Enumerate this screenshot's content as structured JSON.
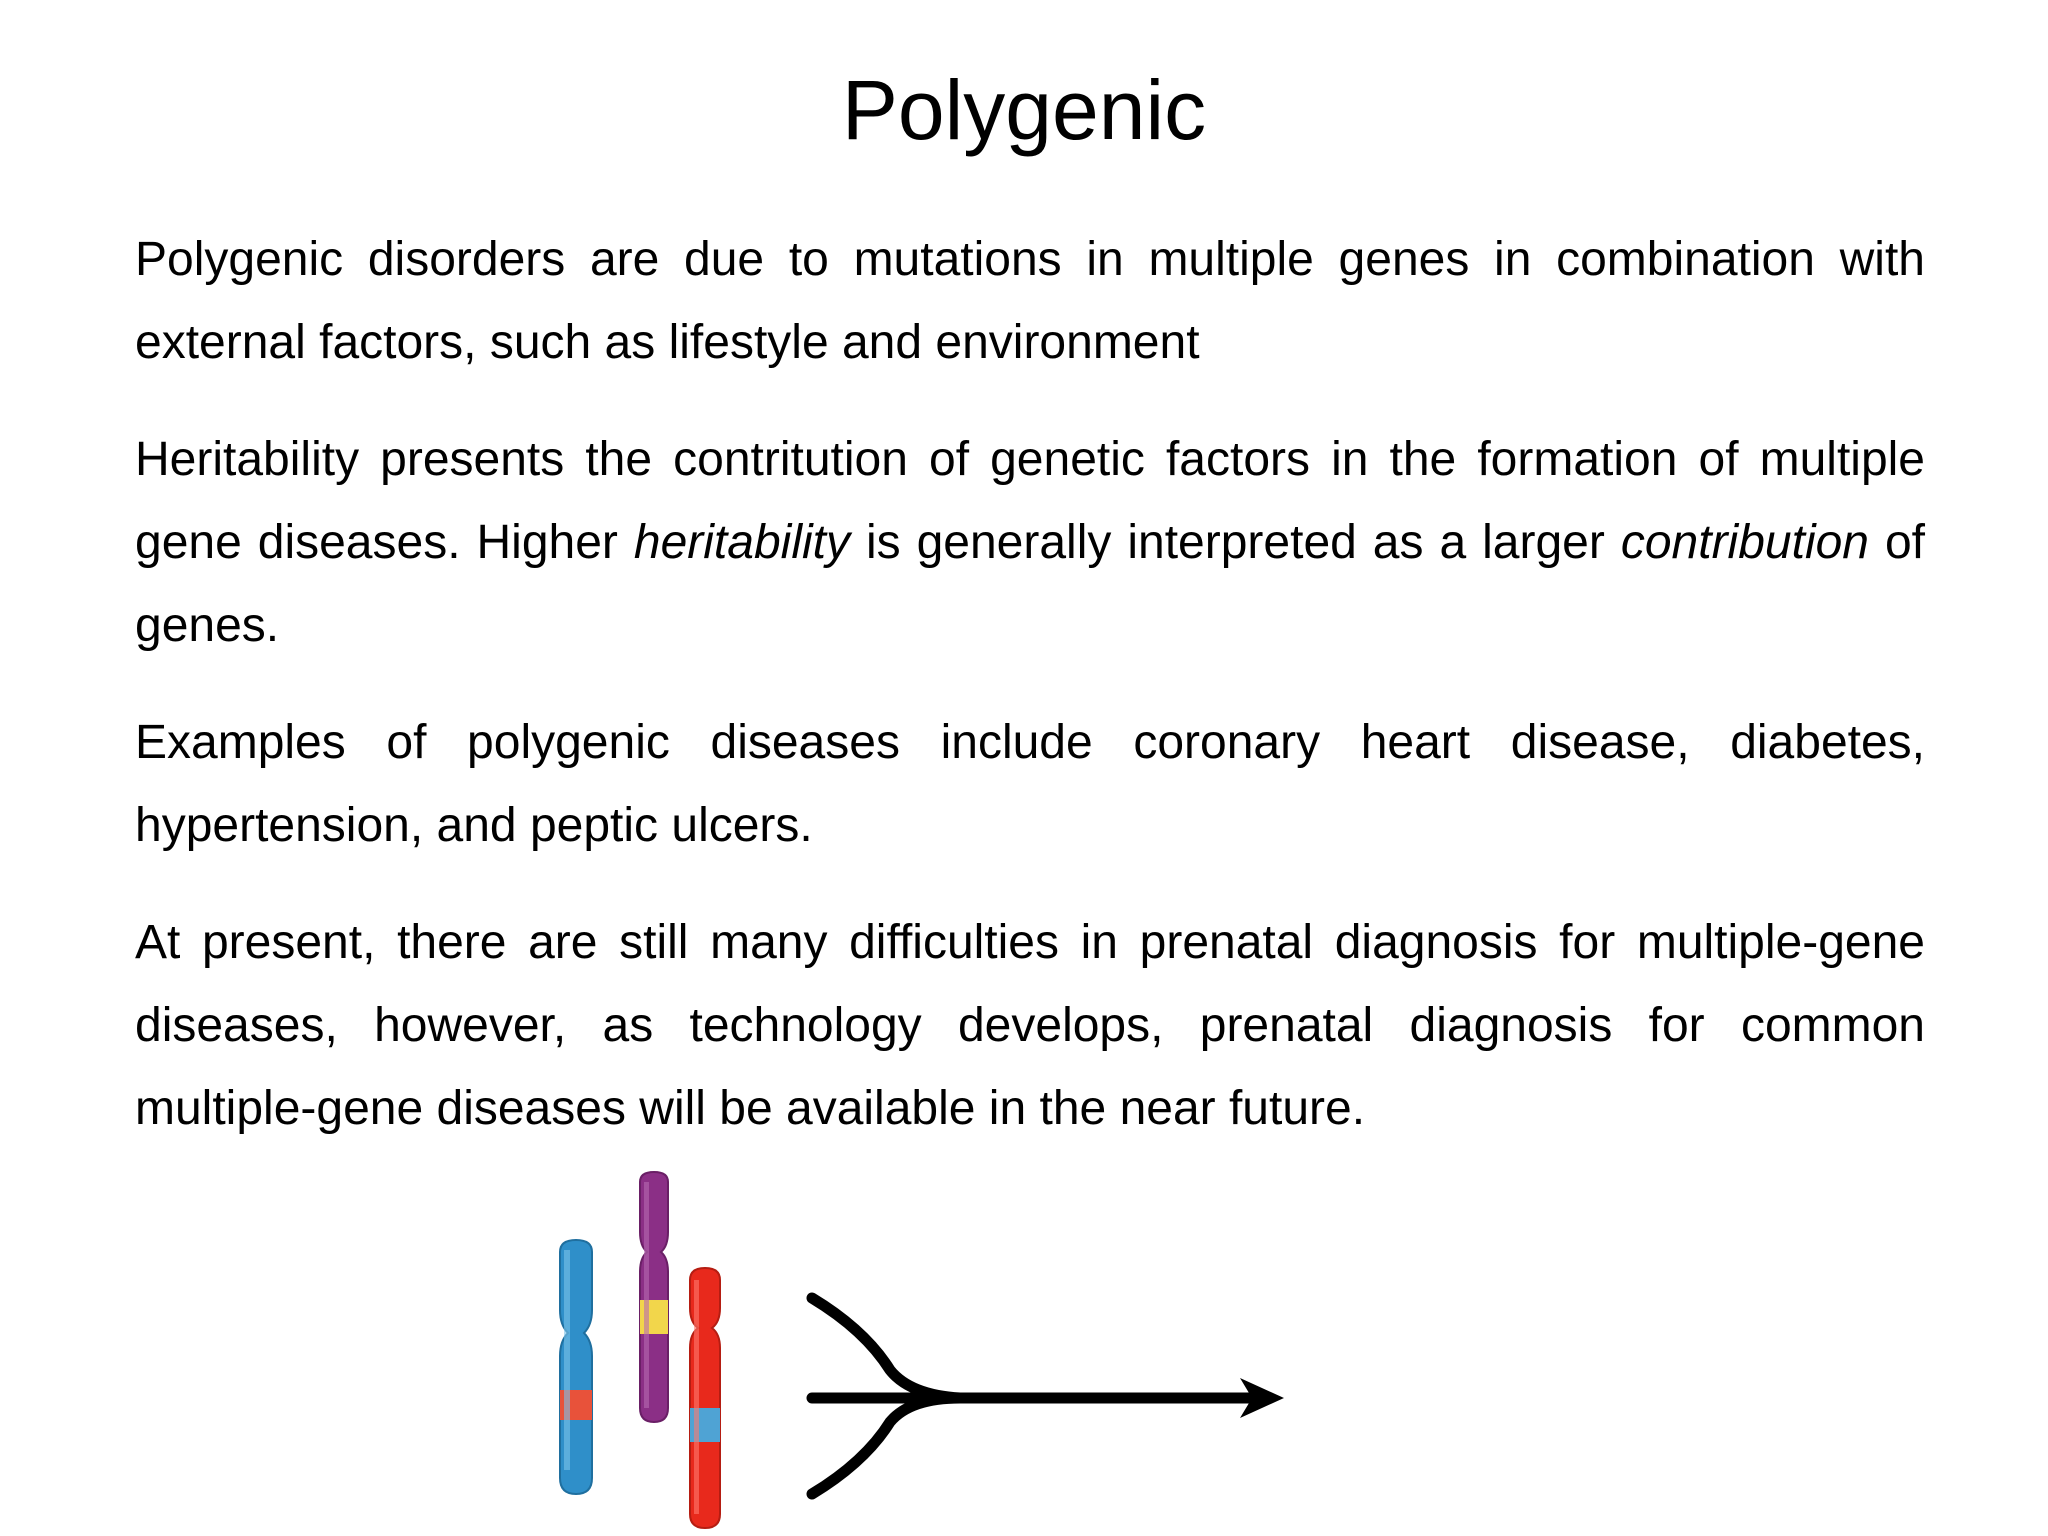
{
  "slide": {
    "title": "Polygenic",
    "paragraphs": [
      {
        "text": "Polygenic disorders are due to mutations in multiple genes in combination with external factors, such as lifestyle and environment"
      },
      {
        "part1": "Heritability presents the contritution of genetic factors in the formation of multiple gene diseases. Higher ",
        "em1": "heritability",
        "part2": " is generally interpreted as a larger ",
        "em2": "contribution",
        "part3": " of genes."
      },
      {
        "text": "Examples of polygenic diseases include coronary heart disease, diabetes, hypertension, and peptic ulcers."
      },
      {
        "text": "At present, there are still many difficulties in prenatal diagnosis for multiple-gene diseases, however, as technology develops, prenatal diagnosis for common multiple-gene diseases will be available in the near future."
      }
    ],
    "figure": {
      "chromosomes": [
        {
          "name": "blue-chromosome",
          "color": "#2f8fc9",
          "band_color": "#e8523a"
        },
        {
          "name": "purple-chromosome",
          "color": "#8b2f86",
          "band_color": "#f2d64b"
        },
        {
          "name": "red-chromosome",
          "color": "#e8291c",
          "band_color": "#4fa3d4"
        }
      ],
      "arrow_color": "#000000",
      "icon": "converging-arrow-icon"
    }
  }
}
